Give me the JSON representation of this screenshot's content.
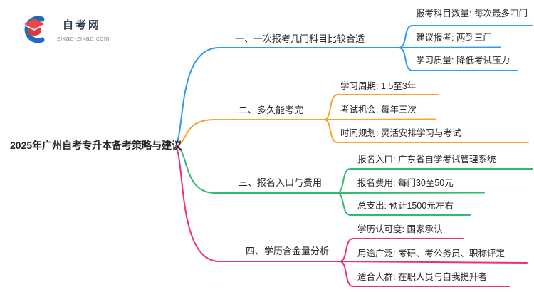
{
  "logo": {
    "title": "自考网",
    "domain": "zikao-zikao.com"
  },
  "root": {
    "label": "2025年广州自考专升本备考策略与建议"
  },
  "colors": {
    "branch1": "#2E97F2",
    "branch2": "#F7A52B",
    "branch3": "#2EBD6E",
    "branch4": "#EF2D7D",
    "text": "#262626"
  },
  "branches": [
    {
      "label": "一、一次报考几门科目比较合适",
      "color": "#2E97F2",
      "children": [
        "报考科目数量: 每次最多四门",
        "建议报考: 两到三门",
        "学习质量: 降低考试压力"
      ]
    },
    {
      "label": "二、多久能考完",
      "color": "#F7A52B",
      "children": [
        "学习周期: 1.5至3年",
        "考试机会: 每年三次",
        "时间规划: 灵活安排学习与考试"
      ]
    },
    {
      "label": "三、报名入口与费用",
      "color": "#2EBD6E",
      "children": [
        "报名入口: 广东省自学考试管理系统",
        "报名费用: 每门30至50元",
        "总支出: 预计1500元左右"
      ]
    },
    {
      "label": "四、学历含金量分析",
      "color": "#EF2D7D",
      "children": [
        "学历认可度: 国家承认",
        "用途广泛: 考研、考公务员、职称评定",
        "适合人群: 在职人员与自我提升者"
      ]
    }
  ]
}
